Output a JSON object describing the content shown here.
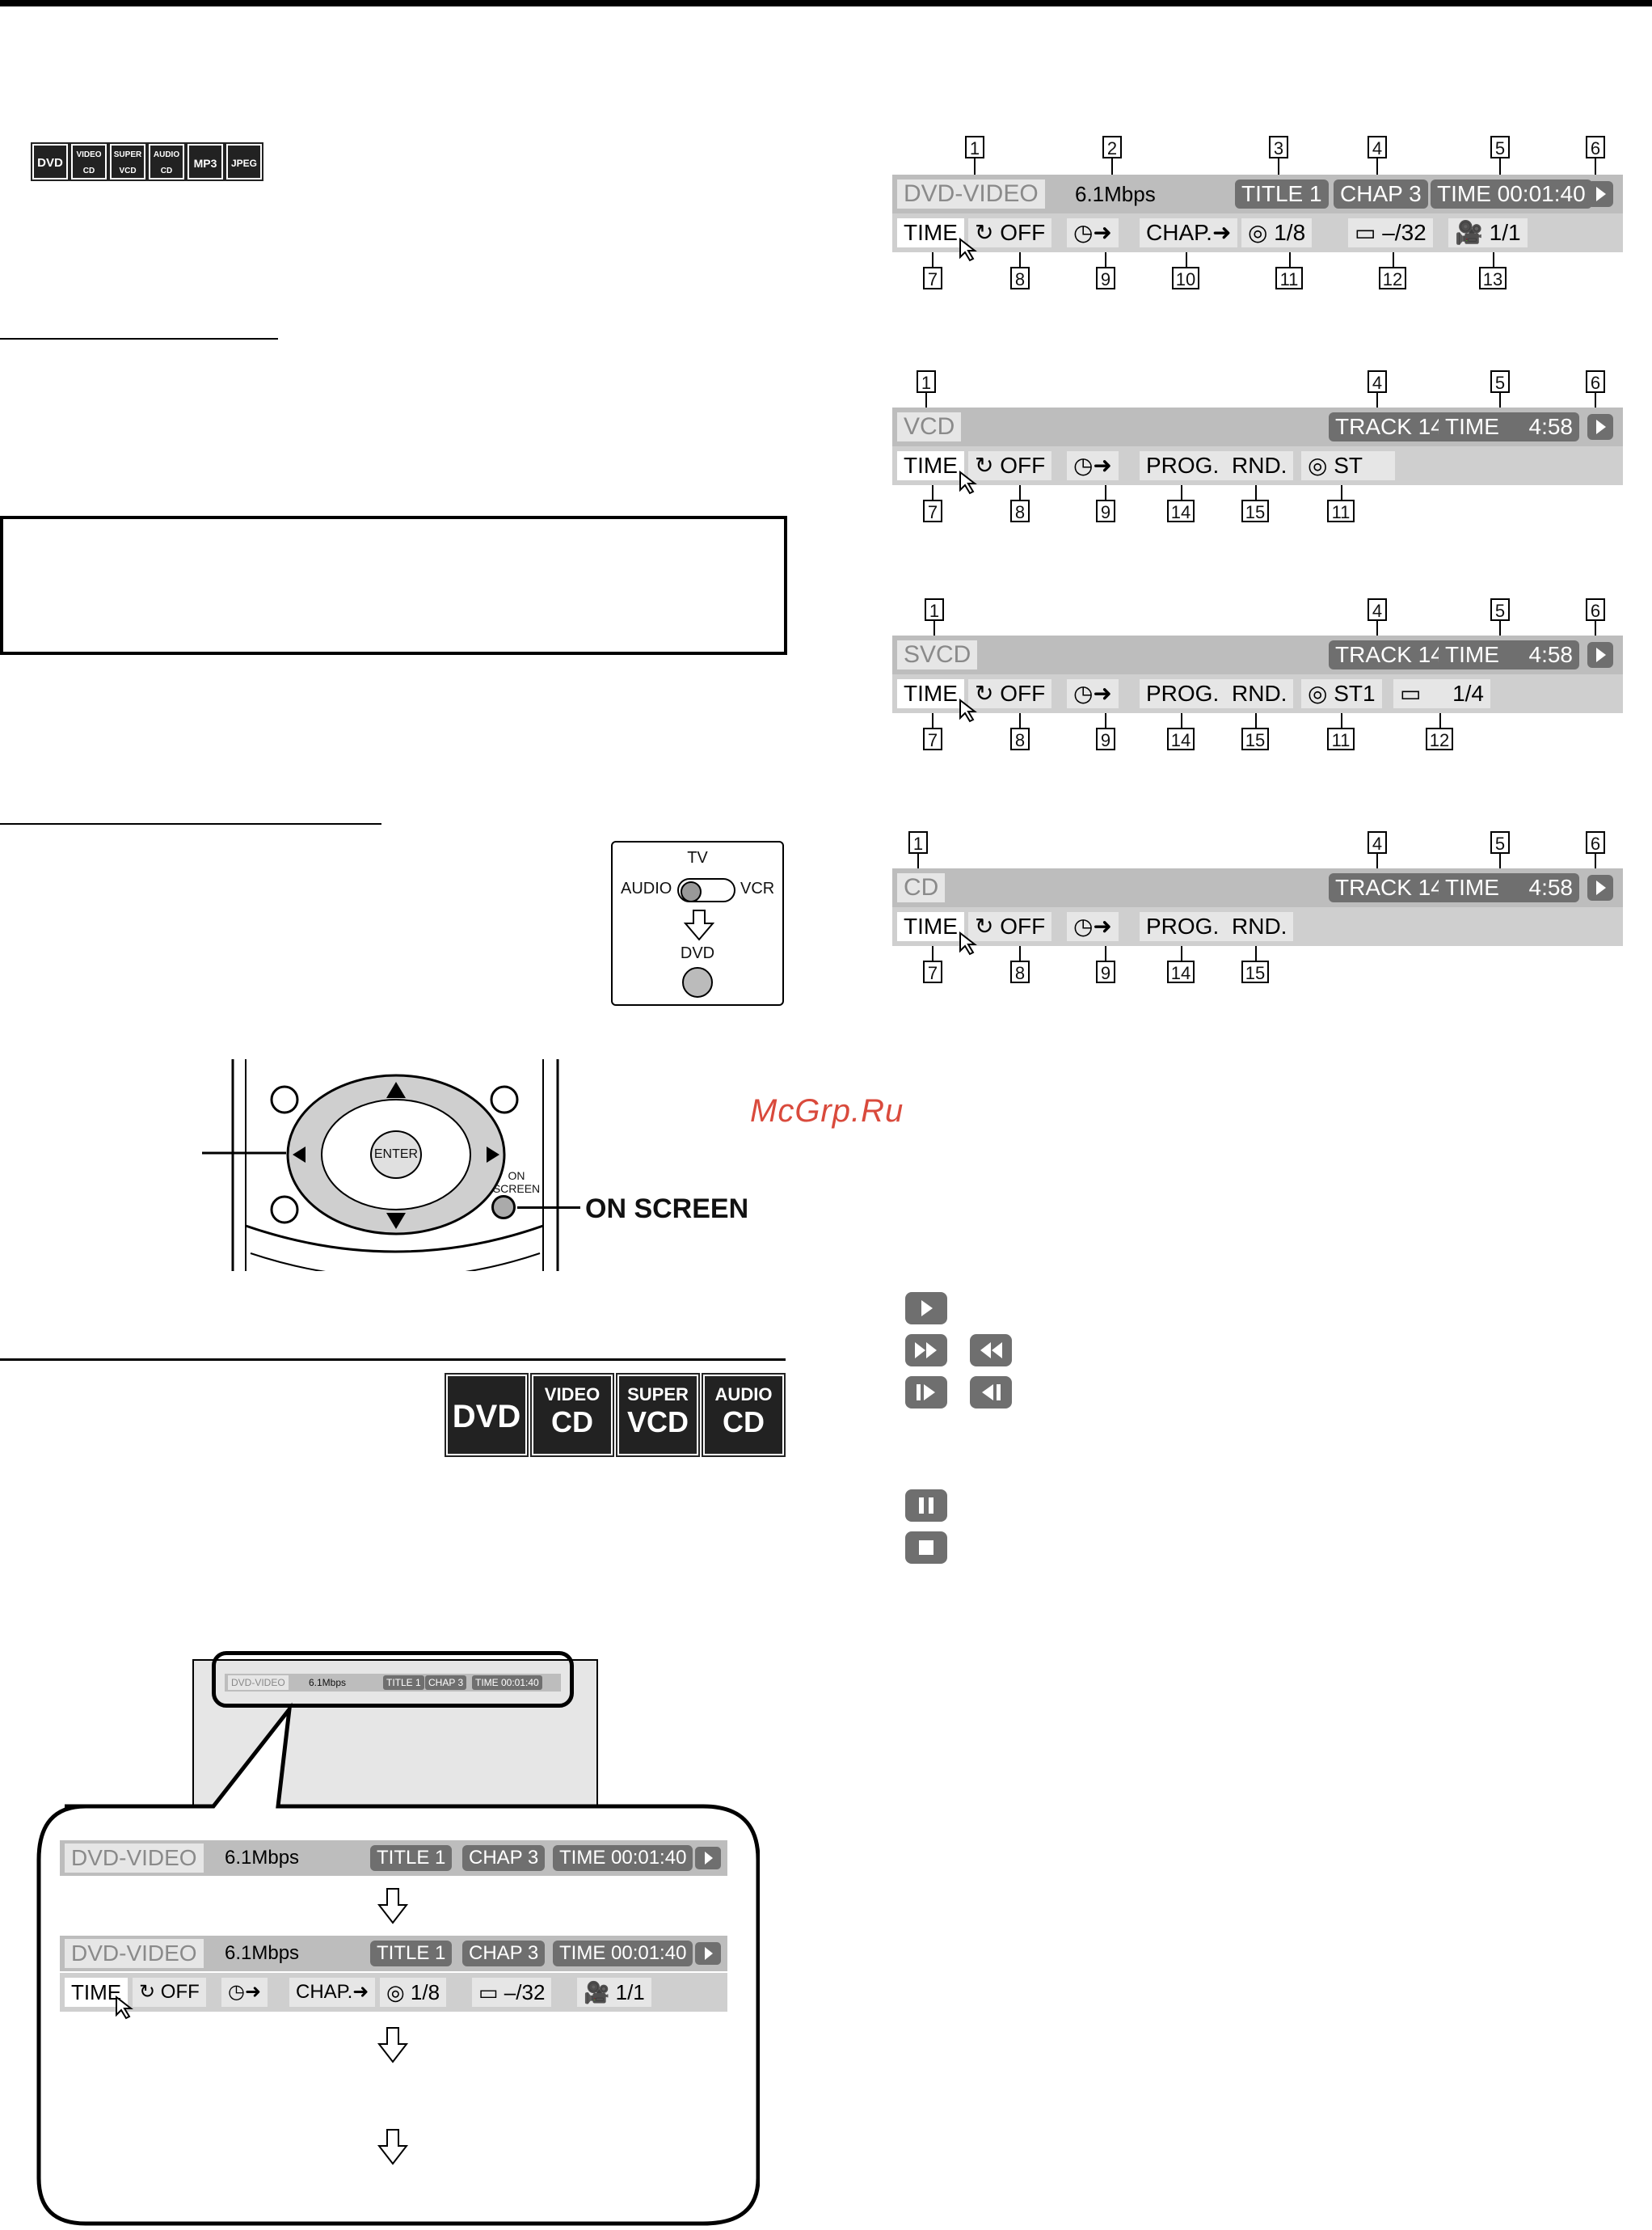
{
  "format_badges_small": [
    "DVD",
    "VIDEO CD",
    "SUPER VCD",
    "AUDIO CD",
    "MP3",
    "JPEG"
  ],
  "diagrams": {
    "dvd": {
      "top": {
        "label": "DVD-VIDEO",
        "rate": "6.1Mbps",
        "title": "TITLE 1",
        "chap": "CHAP 3",
        "time": "TIME 00:01:40"
      },
      "bottom": {
        "time": "TIME",
        "repeat": "OFF",
        "chap": "CHAP.",
        "audio": "1/8",
        "sub": "–/32",
        "angle": "1/1"
      },
      "numbers_top": [
        "1",
        "2",
        "3",
        "4",
        "5",
        "6"
      ],
      "numbers_bottom": [
        "7",
        "8",
        "9",
        "10",
        "11",
        "12",
        "13"
      ]
    },
    "vcd": {
      "top": {
        "label": "VCD",
        "track": "TRACK 14",
        "time_label": "TIME",
        "time_value": "4:58"
      },
      "bottom": {
        "time": "TIME",
        "repeat": "OFF",
        "prog": "PROG.",
        "rnd": "RND.",
        "audio": "ST"
      },
      "numbers_top": [
        "1",
        "4",
        "5",
        "6"
      ],
      "numbers_bottom": [
        "7",
        "8",
        "9",
        "14",
        "15",
        "11"
      ]
    },
    "svcd": {
      "top": {
        "label": "SVCD",
        "track": "TRACK 14",
        "time_label": "TIME",
        "time_value": "4:58"
      },
      "bottom": {
        "time": "TIME",
        "repeat": "OFF",
        "prog": "PROG.",
        "rnd": "RND.",
        "audio": "ST1",
        "sub": "1/4"
      },
      "numbers_top": [
        "1",
        "4",
        "5",
        "6"
      ],
      "numbers_bottom": [
        "7",
        "8",
        "9",
        "14",
        "15",
        "11",
        "12"
      ]
    },
    "cd": {
      "top": {
        "label": "CD",
        "track": "TRACK 14",
        "time_label": "TIME",
        "time_value": "4:58"
      },
      "bottom": {
        "time": "TIME",
        "repeat": "OFF",
        "prog": "PROG.",
        "rnd": "RND."
      },
      "numbers_top": [
        "1",
        "4",
        "5",
        "6"
      ],
      "numbers_bottom": [
        "7",
        "8",
        "9",
        "14",
        "15"
      ]
    }
  },
  "remote_switch": {
    "tv": "TV",
    "audio": "AUDIO",
    "vcr": "VCR",
    "dvd": "DVD"
  },
  "remote": {
    "enter": "ENTER",
    "on_screen_small": "ON SCREEN",
    "on_screen_label": "ON SCREEN"
  },
  "watermark": "McGrp.Ru",
  "format_badges_large": [
    {
      "top": "",
      "bottom": "DVD"
    },
    {
      "top": "VIDEO",
      "bottom": "CD"
    },
    {
      "top": "SUPER",
      "bottom": "VCD"
    },
    {
      "top": "AUDIO",
      "bottom": "CD"
    }
  ],
  "tv_mini": {
    "label": "DVD-VIDEO",
    "rate": "6.1Mbps",
    "title": "TITLE 1",
    "chap": "CHAP 3",
    "time": "TIME 00:01:40"
  },
  "callout": {
    "bar1": {
      "label": "DVD-VIDEO",
      "rate": "6.1Mbps",
      "title": "TITLE 1",
      "chap": "CHAP 3",
      "time": "TIME 00:01:40"
    },
    "bar2": {
      "label": "DVD-VIDEO",
      "rate": "6.1Mbps",
      "title": "TITLE 1",
      "chap": "CHAP 3",
      "time": "TIME 00:01:40"
    },
    "bar3": {
      "time": "TIME",
      "repeat": "OFF",
      "chap": "CHAP.",
      "audio": "1/8",
      "sub": "–/32",
      "angle": "1/1"
    }
  }
}
